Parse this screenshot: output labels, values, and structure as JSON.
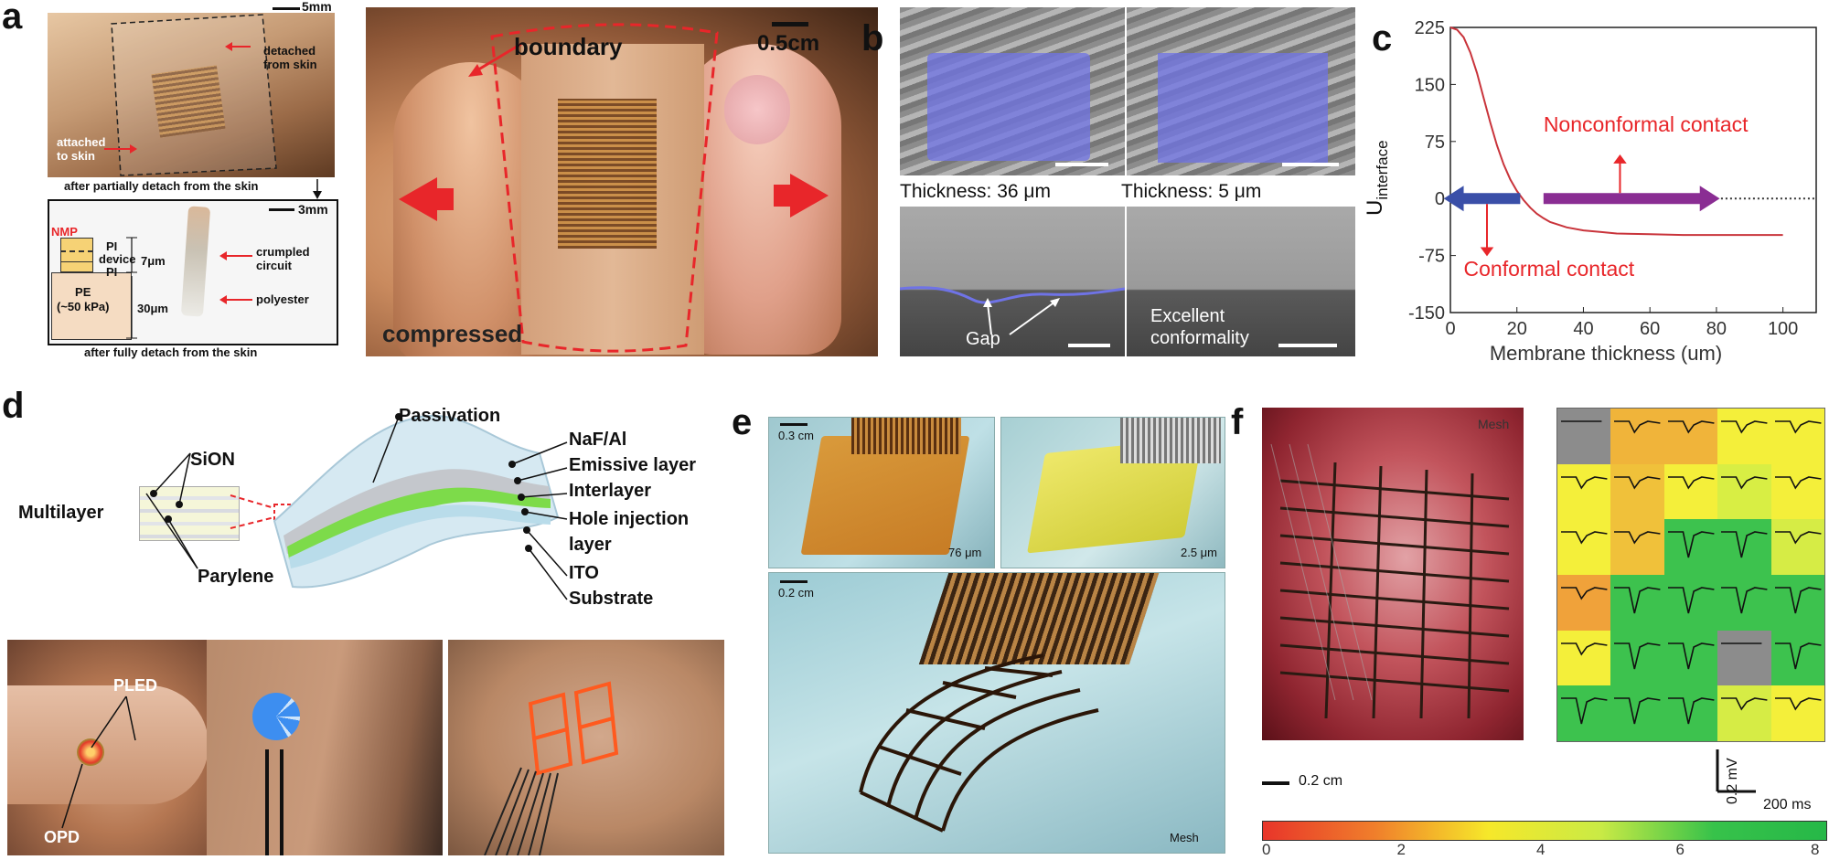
{
  "panels": {
    "a": {
      "letter": "a",
      "scale_top": "5mm",
      "detached": "detached\nfrom skin",
      "attached": "attached\nto skin",
      "caption_top": "after partially detach from the skin",
      "scale_bottom": "3mm",
      "nmp": "NMP",
      "pi_top": "PI",
      "device": "device",
      "pi_bottom": "PI",
      "thick_7": "7μm",
      "pe": "PE\n(~50 kPa)",
      "thick_30": "30μm",
      "crumpled": "crumpled\ncircuit",
      "polyester": "polyester",
      "caption_bottom": "after fully detach from the skin",
      "boundary": "boundary",
      "scale_big": "0.5cm",
      "compressed": "compressed"
    },
    "b": {
      "letter": "b",
      "thick1": "Thickness: 36 μm",
      "thick2": "Thickness: 5 μm",
      "gap": "Gap",
      "excellent": "Excellent\nconformality"
    },
    "c": {
      "letter": "c",
      "ylabel_main": "U",
      "ylabel_sub": "interface",
      "nonconformal": "Nonconformal contact",
      "conformal": "Conformal contact",
      "xlabel": "Membrane thickness (um)"
    },
    "d": {
      "letter": "d",
      "passivation": "Passivation",
      "sion": "SiON",
      "multilayer": "Multilayer",
      "parylene": "Parylene",
      "naf": "NaF/Al",
      "emissive": "Emissive layer",
      "interlayer": "Interlayer",
      "hole": "Hole injection\nlayer",
      "ito": "ITO",
      "substrate": "Substrate",
      "pled": "PLED",
      "opd": "OPD"
    },
    "e": {
      "letter": "e",
      "scale1": "0.3 cm",
      "thick1": "76 μm",
      "thick2": "2.5 μm",
      "scale2": "0.2 cm",
      "mesh": "Mesh"
    },
    "f": {
      "letter": "f",
      "mesh": "Mesh",
      "scale": "0.2 cm",
      "volt": "0.2 mV",
      "time": "200 ms"
    }
  },
  "colors": {
    "red": "#e8262a",
    "blue_overlay": "#6f73e6",
    "arrow_blue": "#3a4fa8",
    "arrow_purple": "#8a2d93",
    "curve": "#c9343b",
    "green_layer": "#7ddb4a"
  },
  "chart_data": {
    "type": "line",
    "title": "",
    "xlabel": "Membrane thickness (um)",
    "ylabel": "U interface",
    "xlim": [
      0,
      110
    ],
    "ylim": [
      -150,
      225
    ],
    "xticks": [
      0,
      20,
      40,
      60,
      80,
      100
    ],
    "yticks": [
      225,
      150,
      75,
      0,
      -75,
      -150
    ],
    "series": [
      {
        "x": [
          0,
          2,
          4,
          6,
          8,
          10,
          12,
          14,
          16,
          18,
          20,
          22,
          24,
          26,
          28,
          30,
          35,
          40,
          45,
          50,
          60,
          70,
          80,
          90,
          100
        ],
        "values": [
          225,
          222,
          212,
          192,
          165,
          132,
          100,
          70,
          45,
          25,
          10,
          -2,
          -12,
          -20,
          -26,
          -31,
          -38,
          -42,
          -44,
          -46,
          -47,
          -48,
          -48,
          -48,
          -48
        ]
      }
    ],
    "zero_line": {
      "x_from": 80,
      "x_to": 110,
      "style": "dotted"
    }
  },
  "colorbar": {
    "ticks": [
      "0",
      "2",
      "4",
      "6",
      "8"
    ],
    "range": [
      0,
      8
    ],
    "colors": [
      "#e8352a",
      "#f07f2b",
      "#f6e82a",
      "#c9ea45",
      "#37c24a",
      "#26b848"
    ]
  },
  "grid_f": {
    "rows": 6,
    "cols": 5,
    "cells": [
      [
        "#8c8c8c",
        "#f0b43a",
        "#f0b43a",
        "#f4ef3a",
        "#f4ef3a"
      ],
      [
        "#f4ef3a",
        "#f0c13a",
        "#f4ef3a",
        "#d8ee44",
        "#f4ef3a"
      ],
      [
        "#f4ef3a",
        "#f0c13a",
        "#3dc24e",
        "#3dc24e",
        "#d6ec45"
      ],
      [
        "#f0a23a",
        "#3dc24e",
        "#3dc24e",
        "#3dc24e",
        "#3dc24e"
      ],
      [
        "#f4ef3a",
        "#3dc24e",
        "#3dc24e",
        "#8c8c8c",
        "#3dc24e"
      ],
      [
        "#3dc24e",
        "#3dc24e",
        "#3dc24e",
        "#d6ec45",
        "#f4ef3a"
      ]
    ]
  }
}
